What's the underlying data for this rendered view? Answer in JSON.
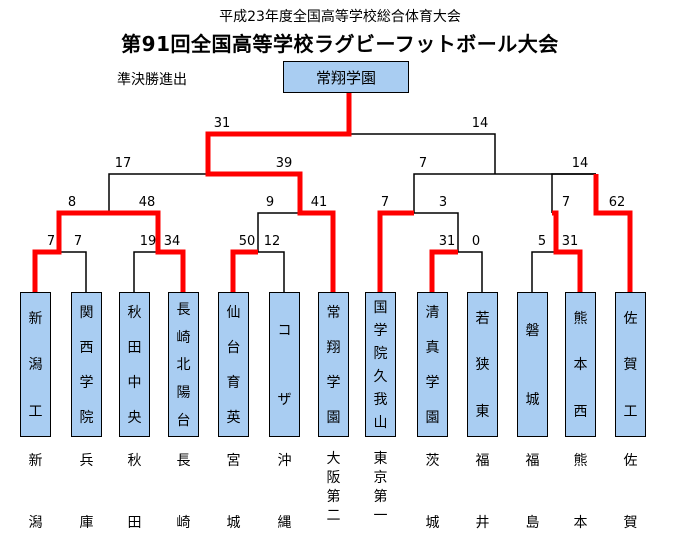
{
  "header": {
    "subtitle": "平成23年度全国高等学校総合体育大会",
    "title": "第91回全国高等学校ラグビーフットボール大会",
    "stage_label": "準決勝進出"
  },
  "champion": "常翔学園",
  "colors": {
    "box": "#a9cdf2",
    "win_line": "#ff0000",
    "line": "#000000"
  },
  "teams": [
    {
      "name": "新潟工",
      "pref": "新潟"
    },
    {
      "name": "関西学院",
      "pref": "兵庫"
    },
    {
      "name": "秋田中央",
      "pref": "秋田"
    },
    {
      "name": "長崎北陽台",
      "pref": "長崎"
    },
    {
      "name": "仙台育英",
      "pref": "宮城"
    },
    {
      "name": "コザ",
      "pref": "沖縄"
    },
    {
      "name": "常翔学園",
      "pref": "大阪第二"
    },
    {
      "name": "国学院久我山",
      "pref": "東京第一"
    },
    {
      "name": "清真学園",
      "pref": "茨城"
    },
    {
      "name": "若狭東",
      "pref": "福井"
    },
    {
      "name": "磐城",
      "pref": "福島"
    },
    {
      "name": "熊本西",
      "pref": "熊本"
    },
    {
      "name": "佐賀工",
      "pref": "佐賀"
    }
  ],
  "scores": {
    "r1": [
      "7",
      "7",
      "19",
      "34",
      "50",
      "12",
      "31",
      "0",
      "5",
      "31"
    ],
    "r2": [
      "8",
      "48",
      "9",
      "41",
      "7",
      "3",
      "7",
      "62"
    ],
    "r3": [
      "17",
      "39",
      "7",
      "14"
    ],
    "sf": [
      "31",
      "14"
    ]
  }
}
